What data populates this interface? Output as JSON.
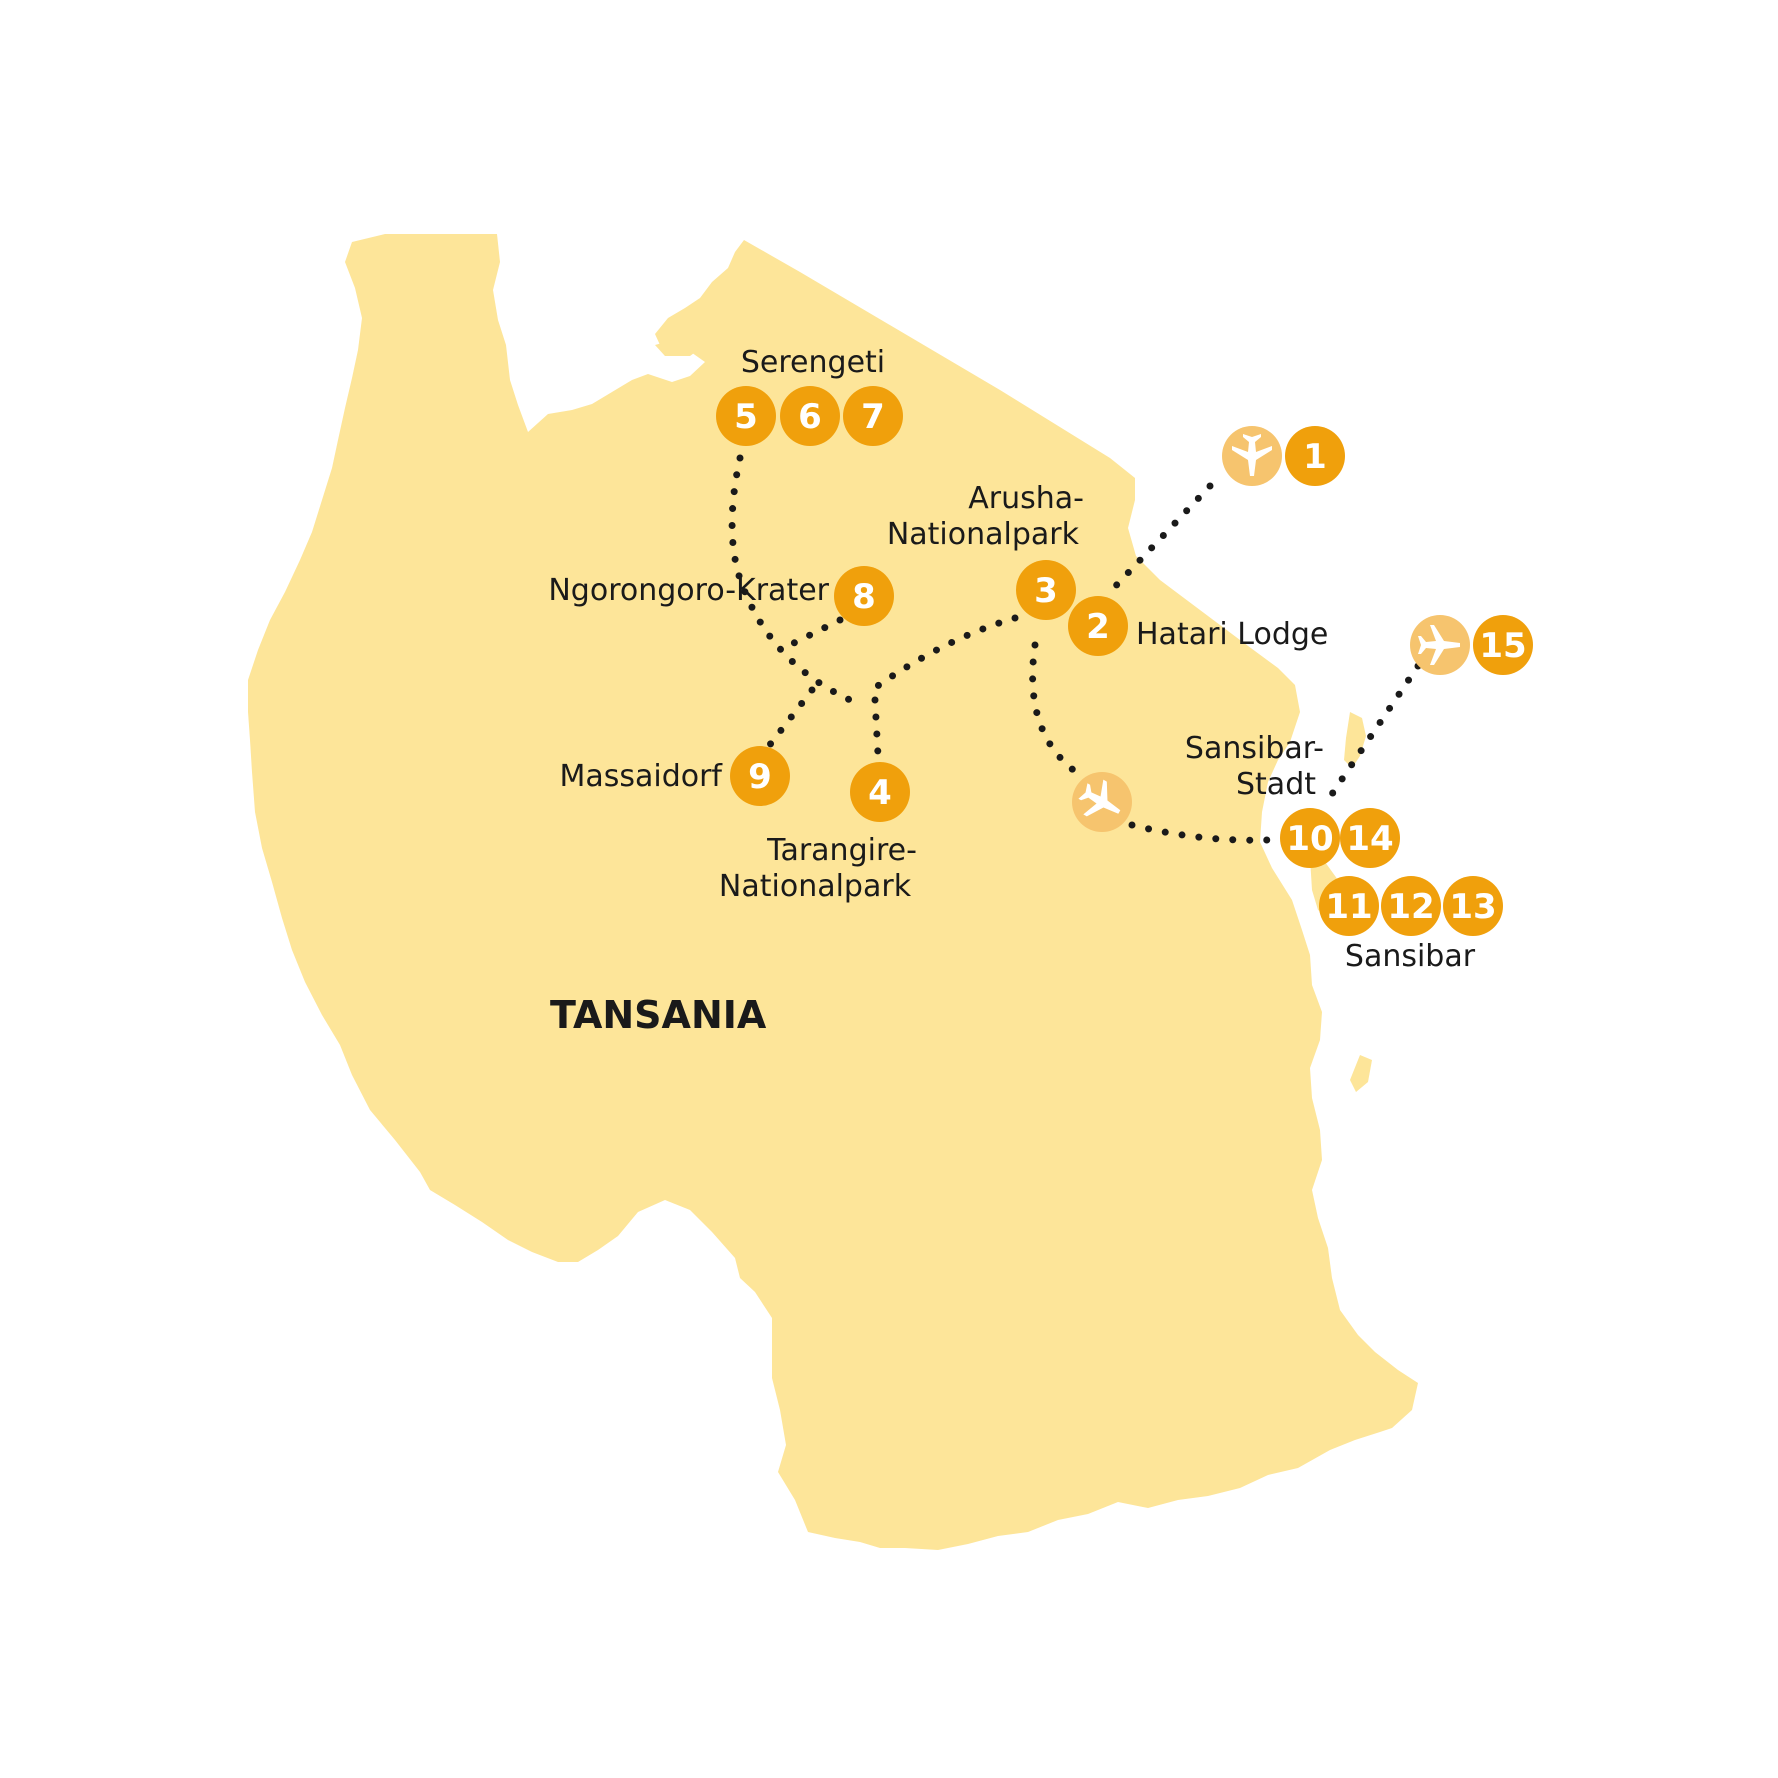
{
  "country": "TANSANIA",
  "colors": {
    "land": "#fde599",
    "marker": "#f0a00c",
    "airport_marker": "#f6c46e",
    "route": "#1a1a1a",
    "text": "#1a1a1a"
  },
  "places": {
    "serengeti": "Serengeti",
    "arusha_1": "Arusha-",
    "arusha_2": "Nationalpark",
    "ngorongoro": "Ngorongoro-Krater",
    "hatari": "Hatari Lodge",
    "massaidorf": "Massaidorf",
    "tarangire_1": "Tarangire-",
    "tarangire_2": "Nationalpark",
    "sansibar_stadt_1": "Sansibar-",
    "sansibar_stadt_2": "Stadt",
    "sansibar": "Sansibar"
  },
  "markers": {
    "m1": "1",
    "m2": "2",
    "m3": "3",
    "m4": "4",
    "m5": "5",
    "m6": "6",
    "m7": "7",
    "m8": "8",
    "m9": "9",
    "m10": "10",
    "m11": "11",
    "m12": "12",
    "m13": "13",
    "m14": "14",
    "m15": "15"
  },
  "airport_icons": [
    "airplane-icon",
    "airplane-icon",
    "airplane-icon"
  ]
}
